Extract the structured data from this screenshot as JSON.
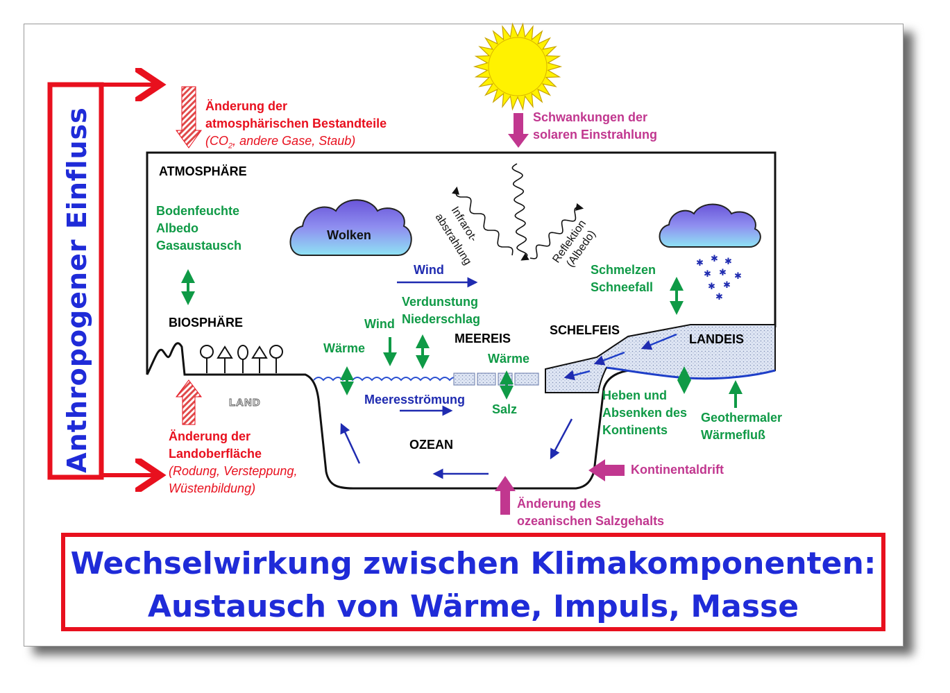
{
  "anthropogenic_label": "Anthropogener Einfluss",
  "atmosphere_change": {
    "line1": "Änderung der",
    "line2": "atmosphärischen Bestandteile",
    "line3_pre": "(CO",
    "line3_sub": "2",
    "line3_post": ", andere Gase, Staub)"
  },
  "solar": {
    "line1": "Schwankungen der",
    "line2": "solaren Einstrahlung"
  },
  "atmosphere_label": "ATMOSPHÄRE",
  "biosphere_terms": [
    "Bodenfeuchte",
    "Albedo",
    "Gasaustausch"
  ],
  "biosphere_label": "BIOSPHÄRE",
  "clouds_label": "Wolken",
  "infrared": {
    "line1": "Infrarot-",
    "line2": "abstrahlung"
  },
  "reflection": {
    "line1": "Reflektion",
    "line2": "(Albedo)"
  },
  "wind_upper": "Wind",
  "melt": {
    "line1": "Schmelzen",
    "line2": "Schneefall"
  },
  "evaporation": {
    "line1": "Verdunstung",
    "line2": "Niederschlag"
  },
  "wind_lower": "Wind",
  "heat_left": "Wärme",
  "sea_ice_label": "MEEREIS",
  "heat_right": "Wärme",
  "shelf_ice_label": "SCHELFEIS",
  "land_ice_label": "LANDEIS",
  "land_label": "LAND",
  "ocean_current": "Meeresströmung",
  "salt": "Salz",
  "uplift": {
    "line1": "Heben und",
    "line2": "Absenken des",
    "line3": "Kontinents"
  },
  "geothermal": {
    "line1": "Geothermaler",
    "line2": "Wärmefluß"
  },
  "ocean_label": "OZEAN",
  "land_change": {
    "line1": "Änderung der",
    "line2": "Landoberfläche",
    "line3": "(Rodung, Versteppung,",
    "line4": "Wüstenbildung)"
  },
  "drift": "Kontinentaldrift",
  "salinity": {
    "line1": "Änderung des",
    "line2": "ozeanischen Salzgehalts"
  },
  "title": {
    "line1": "Wechselwirkung zwischen Klimakomponenten:",
    "line2": "Austausch von Wärme, Impuls, Masse"
  },
  "colors": {
    "anthropogenic_red": "#e8101e",
    "solar_magenta": "#c1378f",
    "process_green": "#0f9a46",
    "text_blue": "#1f2bd8",
    "sun_yellow": "#fff200"
  }
}
